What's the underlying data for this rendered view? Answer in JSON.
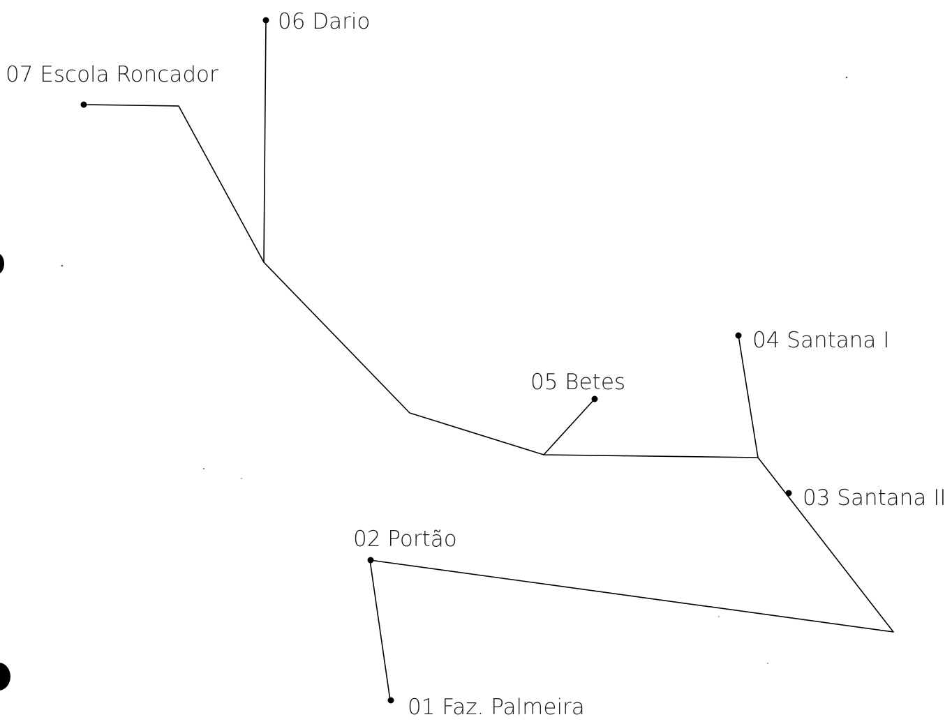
{
  "map": {
    "stops": [
      {
        "id": "s07",
        "label": "07  Escola Roncador"
      },
      {
        "id": "s06",
        "label": "06  Dario"
      },
      {
        "id": "s05",
        "label": "05  Betes"
      },
      {
        "id": "s04",
        "label": "04 Santana I"
      },
      {
        "id": "s03",
        "label": "03 Santana II"
      },
      {
        "id": "s02",
        "label": "02 Portão"
      },
      {
        "id": "s01",
        "label": "01 Faz. Palmeira"
      }
    ],
    "line_color": "#000000"
  }
}
